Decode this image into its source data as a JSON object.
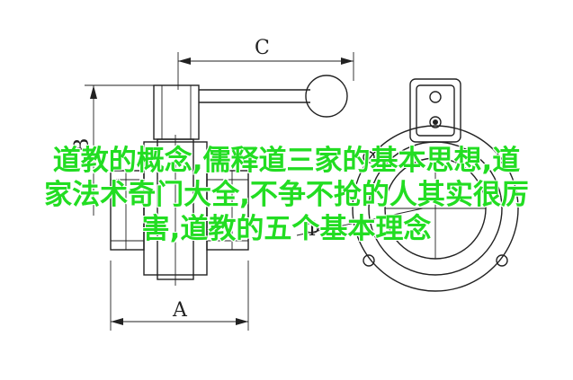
{
  "drawing": {
    "dimension_a": "A",
    "dimension_b": "B",
    "dimension_c": "C",
    "diameter_symbol": "Φ"
  },
  "overlay": {
    "line1": "道教的概念,儒释道三家的基本思想,道",
    "line2": "家法术奇门大全,不争不抢的人其实很厉",
    "line3": "害,道教的五个基本理念"
  },
  "colors": {
    "line": "#222222",
    "overlay_text": "#22dd22",
    "background": "#ffffff"
  }
}
